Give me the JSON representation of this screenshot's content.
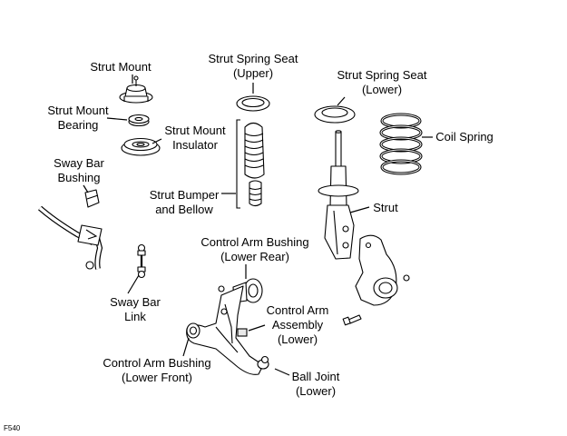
{
  "figure_id": "F540",
  "labels": {
    "strut_mount": "Strut Mount",
    "strut_mount_bearing": [
      "Strut Mount",
      "Bearing"
    ],
    "strut_mount_insulator": [
      "Strut Mount",
      "Insulator"
    ],
    "strut_spring_seat_upper": [
      "Strut Spring Seat",
      "(Upper)"
    ],
    "strut_spring_seat_lower": [
      "Strut Spring Seat",
      "(Lower)"
    ],
    "coil_spring": "Coil Spring",
    "sway_bar_bushing": [
      "Sway Bar",
      "Bushing"
    ],
    "strut_bumper_bellow": [
      "Strut Bumper",
      "and Bellow"
    ],
    "strut": "Strut",
    "control_arm_bushing_lower_rear": [
      "Control Arm Bushing",
      "(Lower Rear)"
    ],
    "sway_bar_link": [
      "Sway Bar",
      "Link"
    ],
    "control_arm_assembly_lower": [
      "Control Arm",
      "Assembly",
      "(Lower)"
    ],
    "control_arm_bushing_lower_front": [
      "Control Arm Bushing",
      "(Lower Front)"
    ],
    "ball_joint_lower": [
      "Ball Joint",
      "(Lower)"
    ]
  }
}
